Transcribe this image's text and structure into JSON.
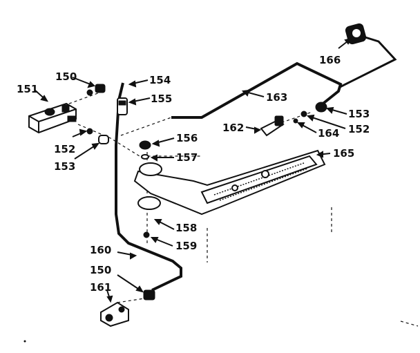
{
  "diagram": {
    "callouts": [
      "150",
      "151",
      "152",
      "153",
      "154",
      "155",
      "156",
      "157",
      "158",
      "159",
      "160",
      "150",
      "161",
      "162",
      "163",
      "164",
      "152",
      "153",
      "165",
      "166"
    ]
  }
}
